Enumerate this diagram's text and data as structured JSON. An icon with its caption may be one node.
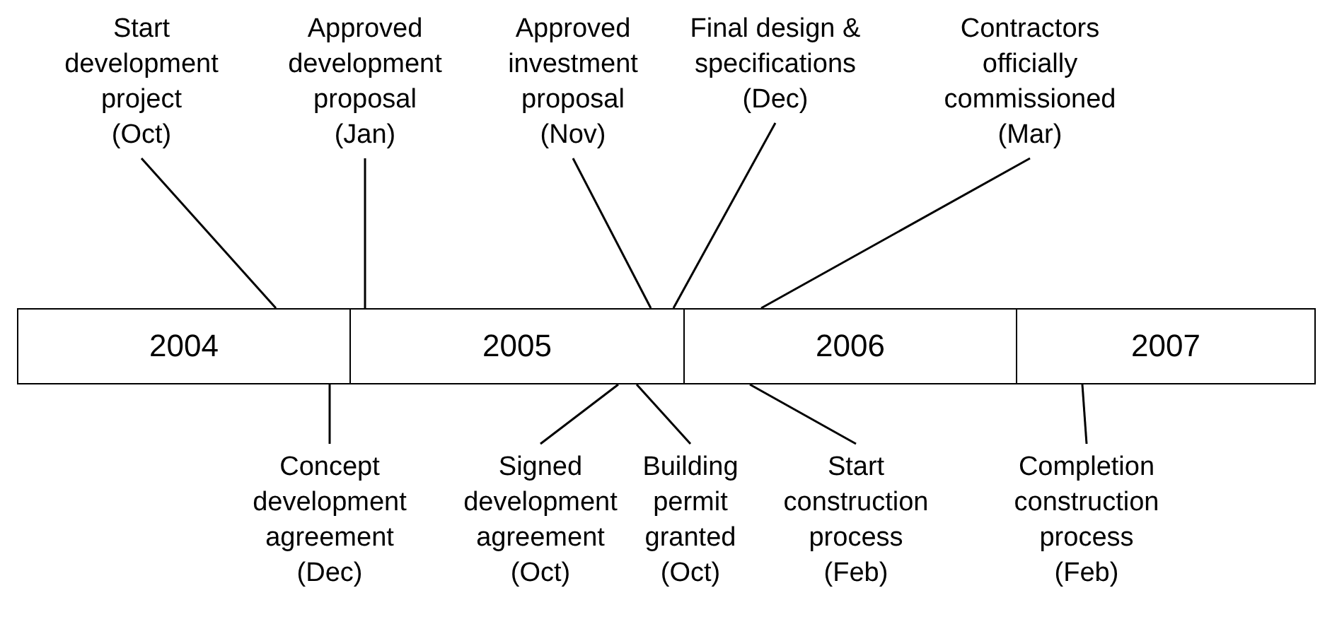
{
  "diagram": {
    "nodes": [
      {
        "text": [
          "2004"
        ]
      },
      {
        "text": [
          "2005"
        ]
      },
      {
        "text": [
          "2006"
        ]
      },
      {
        "text": [
          "2007"
        ]
      },
      {
        "text": [
          "Start development project",
          "(Oct)"
        ]
      },
      {
        "text": [
          "Approved development proposal",
          "(Jan)"
        ]
      },
      {
        "text": [
          "Approved investment proposal",
          "(Nov)"
        ]
      },
      {
        "text": [
          "Final design & specifications",
          "(Dec)"
        ]
      },
      {
        "text": [
          "Contractors officially commissioned",
          "(Mar)"
        ]
      },
      {
        "text": [
          "Concept development agreement",
          "(Dec)"
        ]
      },
      {
        "text": [
          "Signed development agreement",
          "(Oct)"
        ]
      },
      {
        "text": [
          "Building permit granted",
          "(Oct)"
        ]
      },
      {
        "text": [
          "Start construction process",
          "(Feb)"
        ]
      },
      {
        "text": [
          "Completion construction process",
          "(Feb)"
        ]
      }
    ],
    "edges": [
      {
        "from": 4,
        "to": 0,
        "arrow": "none"
      },
      {
        "from": 5,
        "to": 1,
        "arrow": "none"
      },
      {
        "from": 6,
        "to": 1,
        "arrow": "none"
      },
      {
        "from": 7,
        "to": 1,
        "arrow": "none"
      },
      {
        "from": 8,
        "to": 2,
        "arrow": "none"
      },
      {
        "from": 9,
        "to": 0,
        "arrow": "none"
      },
      {
        "from": 10,
        "to": 1,
        "arrow": "none"
      },
      {
        "from": 11,
        "to": 1,
        "arrow": "none"
      },
      {
        "from": 12,
        "to": 2,
        "arrow": "none"
      },
      {
        "from": 13,
        "to": 3,
        "arrow": "none"
      }
    ]
  }
}
